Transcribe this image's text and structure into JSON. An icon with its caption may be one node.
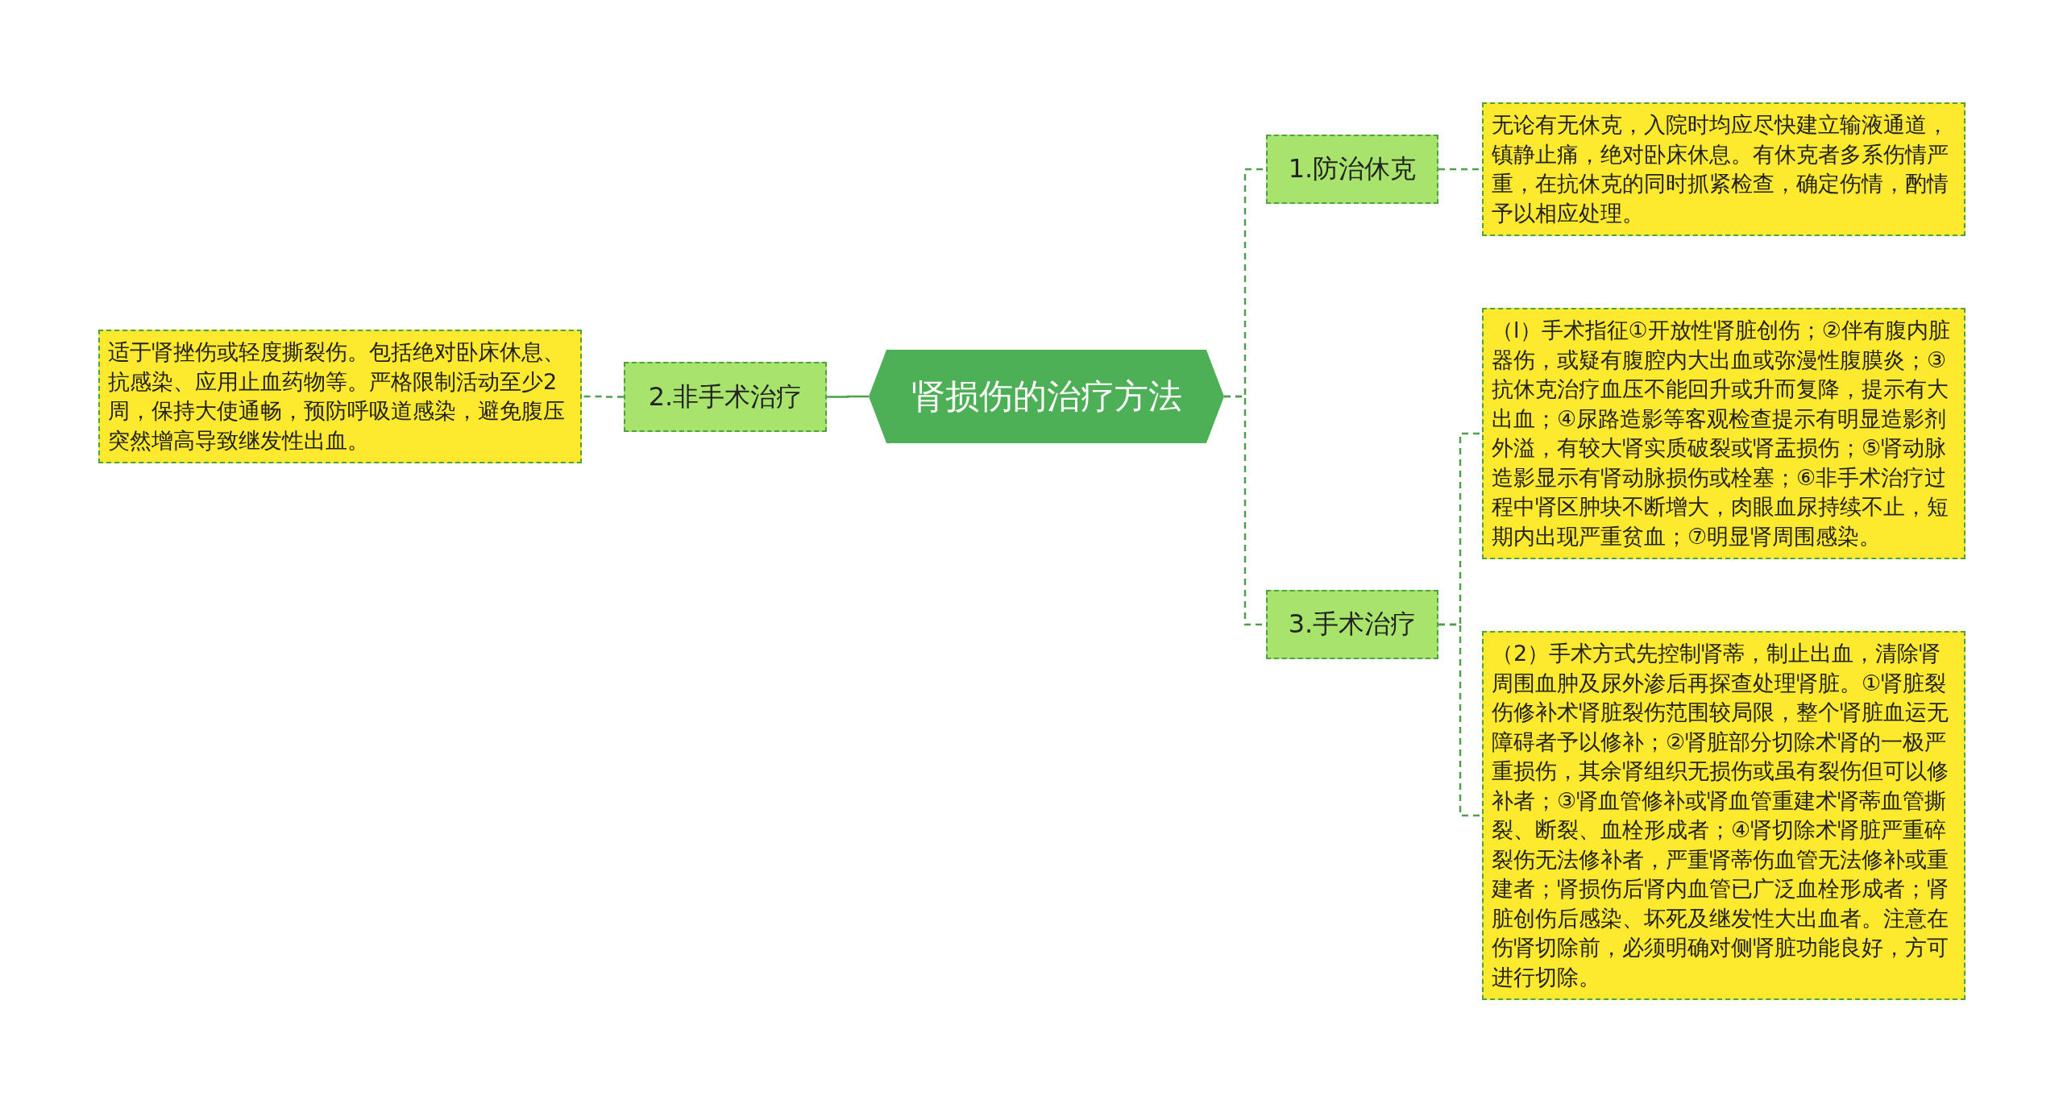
{
  "diagram": {
    "nodes": [
      {
        "text": [
          "肾损伤的治疗方法"
        ]
      },
      {
        "text": [
          "1.防治休克"
        ]
      },
      {
        "text": [
          "无论有无休克，入院时均应尽快建立输液通道，镇静止痛，绝对卧床休息。有休克者多系伤情严重，在抗休克的同时抓紧检查，确定伤情，酌情予以相应处理。"
        ]
      },
      {
        "text": [
          "2.非手术治疗"
        ]
      },
      {
        "text": [
          "适于肾挫伤或轻度撕裂伤。包括绝对卧床休息、抗感染、应用止血药物等。严格限制活动至少2周，保持大使通畅，预防呼吸道感染，避免腹压突然增高导致继发性出血。"
        ]
      },
      {
        "text": [
          "3.手术治疗"
        ]
      },
      {
        "text": [
          "（l）手术指征①开放性肾脏创伤；②伴有腹内脏器伤，或疑有腹腔内大出血或弥漫性腹膜炎；③抗休克治疗血压不能回升或升而复降，提示有大出血；④尿路造影等客观检查提示有明显造影剂外溢，有较大肾实质破裂或肾盂损伤；⑤肾动脉造影显示有肾动脉损伤或栓塞；⑥非手术治疗过程中肾区肿块不断增大，肉眼血尿持续不止，短期内出现严重贫血；⑦明显肾周围感染。"
        ]
      },
      {
        "text": [
          "（2）手术方式先控制肾蒂，制止出血，清除肾周围血肿及尿外渗后再探查处理肾脏。①肾脏裂伤修补术肾脏裂伤范围较局限，整个肾脏血运无障碍者予以修补；②肾脏部分切除术肾的一极严重损伤，其余肾组织无损伤或虽有裂伤但可以修补者；③肾血管修补或肾血管重建术肾蒂血管撕裂、断裂、血栓形成者；④肾切除术肾脏严重碎裂伤无法修补者，严重肾蒂伤血管无法修补或重建者；肾损伤后肾内血管已广泛血栓形成者；肾脏创伤后感染、坏死及继发性大出血者。注意在伤肾切除前，必须明确对侧肾脏功能良好，方可进行切除。"
        ]
      }
    ],
    "edges": [
      {
        "from": 0,
        "to": 1,
        "arrow": "none",
        "style": "dashed"
      },
      {
        "from": 1,
        "to": 2,
        "arrow": "none",
        "style": "dashed"
      },
      {
        "from": 0,
        "to": 3,
        "arrow": "none"
      },
      {
        "from": 3,
        "to": 4,
        "arrow": "none",
        "style": "dashed"
      },
      {
        "from": 0,
        "to": 5,
        "arrow": "none",
        "style": "dashed"
      },
      {
        "from": 5,
        "to": 6,
        "arrow": "none",
        "style": "dashed"
      },
      {
        "from": 5,
        "to": 7,
        "arrow": "none",
        "style": "dashed"
      }
    ]
  }
}
